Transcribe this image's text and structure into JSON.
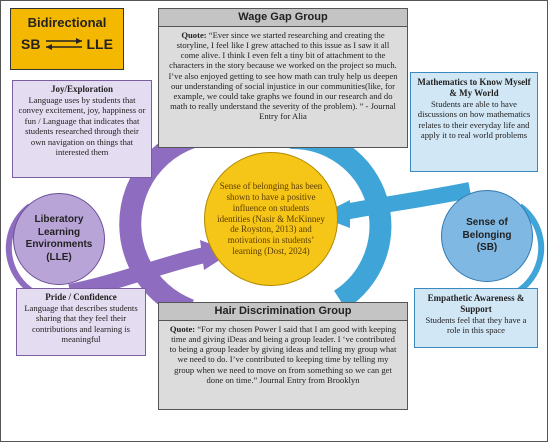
{
  "title_box": {
    "title": "Bidirectional",
    "left_label": "SB",
    "right_label": "LLE"
  },
  "joy": {
    "heading": "Joy/Exploration",
    "text": "Language uses by students that convey excitement, joy, happiness or fun / Language that indicates that students researched through their own navigation on things that interested them"
  },
  "pride": {
    "heading": "Pride / Confidence",
    "text": "Language that describes students sharing that they feel their contributions and learning is meaningful"
  },
  "lle_circle": {
    "line1": "Liberatory",
    "line2": "Learning",
    "line3": "Environments",
    "line4": "(LLE)"
  },
  "wage_gap": {
    "heading": "Wage Gap Group",
    "quote_label": "Quote:",
    "quote": "“Ever since we started researching and creating the storyline, I feel like I grew attached to this issue as I saw it all come alive. I think I even felt a tiny bit of attachment to the characters in the story because we worked on the project so much. I’ve also enjoyed getting to see how math can truly help us deepen our understanding of social injustice in our communities(like, for example, we could take graphs we found in our research and do math to really understand the severity of the problem). ” - Journal Entry for Alia"
  },
  "hair": {
    "heading": "Hair Discrimination Group",
    "quote_label": "Quote:",
    "quote": "“For my chosen Power I said that I am good with keeping time and giving iDeas and being a group leader. I ‘ve contributed to being a group leader by giving ideas and telling my group what we need to do. I’ve contributed to keeping time by telling my group when we need to move on from something so we can get done on time.” Journal Entry from Brooklyn"
  },
  "center": {
    "text": "Sense of belonging has been shown to have a positive influence on students identities (Nasir & McKinney de Royston, 2013) and motivations in students’ learning (Dost, 2024)"
  },
  "math": {
    "heading_line1": "Mathematics to Know Myself",
    "heading_line2": "& My World",
    "text": "Students are able to have discussions on how mathematics relates to their everyday life and apply it to real world problems"
  },
  "empathetic": {
    "heading": "Empathetic Awareness & Support",
    "text": "Students feel that they have a role in this space"
  },
  "sb_circle": {
    "line1": "Sense of",
    "line2": "Belonging",
    "line3": "(SB)"
  },
  "colors": {
    "purple": "#8e6cc0",
    "blue": "#3fa4d8",
    "yellow": "#f5c518",
    "orange": "#f5b800"
  }
}
